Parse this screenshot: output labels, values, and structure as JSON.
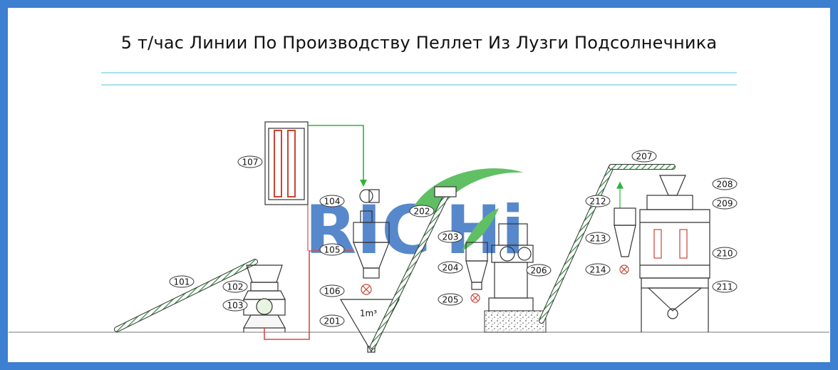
{
  "title": "5 т/час Линии По Производству Пеллет Из Лузги Подсолнечника",
  "watermark": {
    "left": "RIC",
    "right": "Hi"
  },
  "volume_label": "1m³",
  "labels": {
    "101": "101",
    "102": "102",
    "103": "103",
    "104": "104",
    "105": "105",
    "106": "106",
    "107": "107",
    "201": "201",
    "202": "202",
    "203": "203",
    "204": "204",
    "205": "205",
    "206": "206",
    "207": "207",
    "208": "208",
    "209": "209",
    "210": "210",
    "211": "211",
    "212": "212",
    "213": "213",
    "214": "214"
  },
  "colors": {
    "border": "#3d7fd0",
    "pipe_green": "#2fb43a",
    "pipe_red": "#d94a4a",
    "divider": "#8fd6e6",
    "logo_blue": "#3a74c4",
    "logo_green": "#45b549"
  }
}
